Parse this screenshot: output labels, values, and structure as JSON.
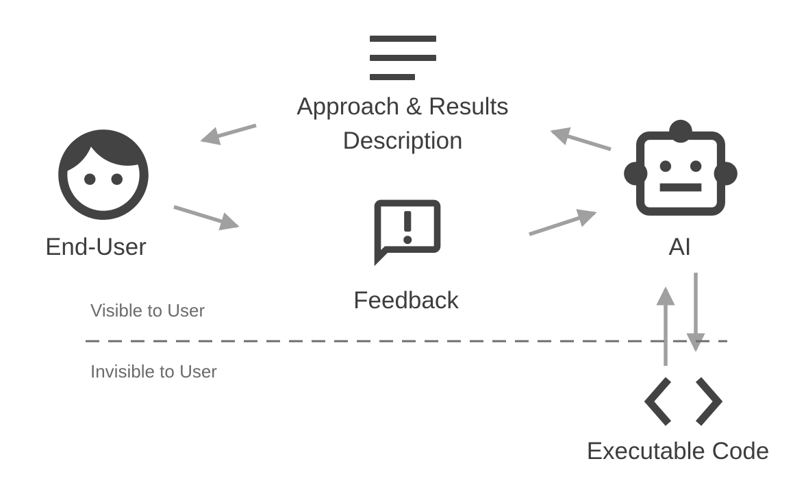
{
  "diagram": {
    "nodes": {
      "description": {
        "icon": "notes-icon",
        "lines": [
          "Approach & Results",
          "Description"
        ]
      },
      "end_user": {
        "icon": "face-icon",
        "label": "End-User"
      },
      "feedback": {
        "icon": "feedback-bubble-icon",
        "label": "Feedback"
      },
      "ai": {
        "icon": "robot-icon",
        "label": "AI"
      },
      "executable_code": {
        "icon": "code-icon",
        "label": "Executable Code"
      }
    },
    "zones": {
      "above_divider": "Visible to User",
      "below_divider": "Invisible to User"
    },
    "edges": [
      {
        "from": "ai",
        "to": "description"
      },
      {
        "from": "description",
        "to": "end_user"
      },
      {
        "from": "end_user",
        "to": "feedback"
      },
      {
        "from": "feedback",
        "to": "ai"
      },
      {
        "from": "executable_code",
        "to": "ai"
      },
      {
        "from": "ai",
        "to": "executable_code"
      }
    ],
    "colors": {
      "icon_dark": "#434343",
      "label_dark": "#3d3d3d",
      "zone_text": "#6b6b6b",
      "arrow_gray": "#a0a0a0",
      "divider_gray": "#6e6e6e",
      "background": "#ffffff"
    }
  }
}
